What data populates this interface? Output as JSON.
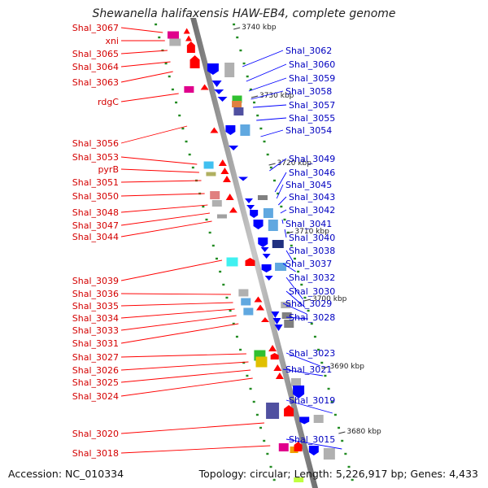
{
  "title": "Shewanella halifaxensis HAW-EB4, complete genome",
  "footer": {
    "accession": "Accession: NC_010334",
    "stats": "Topology: circular; Length: 5,226,917 bp; Genes: 4,433"
  },
  "kbp_labels": [
    "3740 kbp",
    "3730 kbp",
    "3720 kbp",
    "3710 kbp",
    "3700 kbp",
    "3690 kbp",
    "3680 kbp"
  ],
  "left_labels": [
    "Shal_3067",
    "xni",
    "Shal_3065",
    "Shal_3064",
    "Shal_3063",
    "rdgC",
    "Shal_3056",
    "Shal_3053",
    "pyrB",
    "Shal_3051",
    "Shal_3050",
    "Shal_3048",
    "Shal_3047",
    "Shal_3044",
    "Shal_3039",
    "Shal_3036",
    "Shal_3035",
    "Shal_3034",
    "Shal_3033",
    "Shal_3031",
    "Shal_3027",
    "Shal_3026",
    "Shal_3025",
    "Shal_3024",
    "Shal_3020",
    "Shal_3018"
  ],
  "right_labels": [
    "Shal_3062",
    "Shal_3060",
    "Shal_3059",
    "Shal_3058",
    "Shal_3057",
    "Shal_3055",
    "Shal_3054",
    "Shal_3049",
    "Shal_3046",
    "Shal_3045",
    "Shal_3043",
    "Shal_3042",
    "Shal_3041",
    "Shal_3040",
    "Shal_3038",
    "Shal_3037",
    "Shal_3032",
    "Shal_3030",
    "Shal_3029",
    "Shal_3028",
    "Shal_3023",
    "Shal_3021",
    "Shal_3019",
    "Shal_3015"
  ],
  "colors": {
    "forward": "#ff0000",
    "reverse": "#0000ff",
    "backbone": "#888888",
    "tick": "#228b22"
  }
}
